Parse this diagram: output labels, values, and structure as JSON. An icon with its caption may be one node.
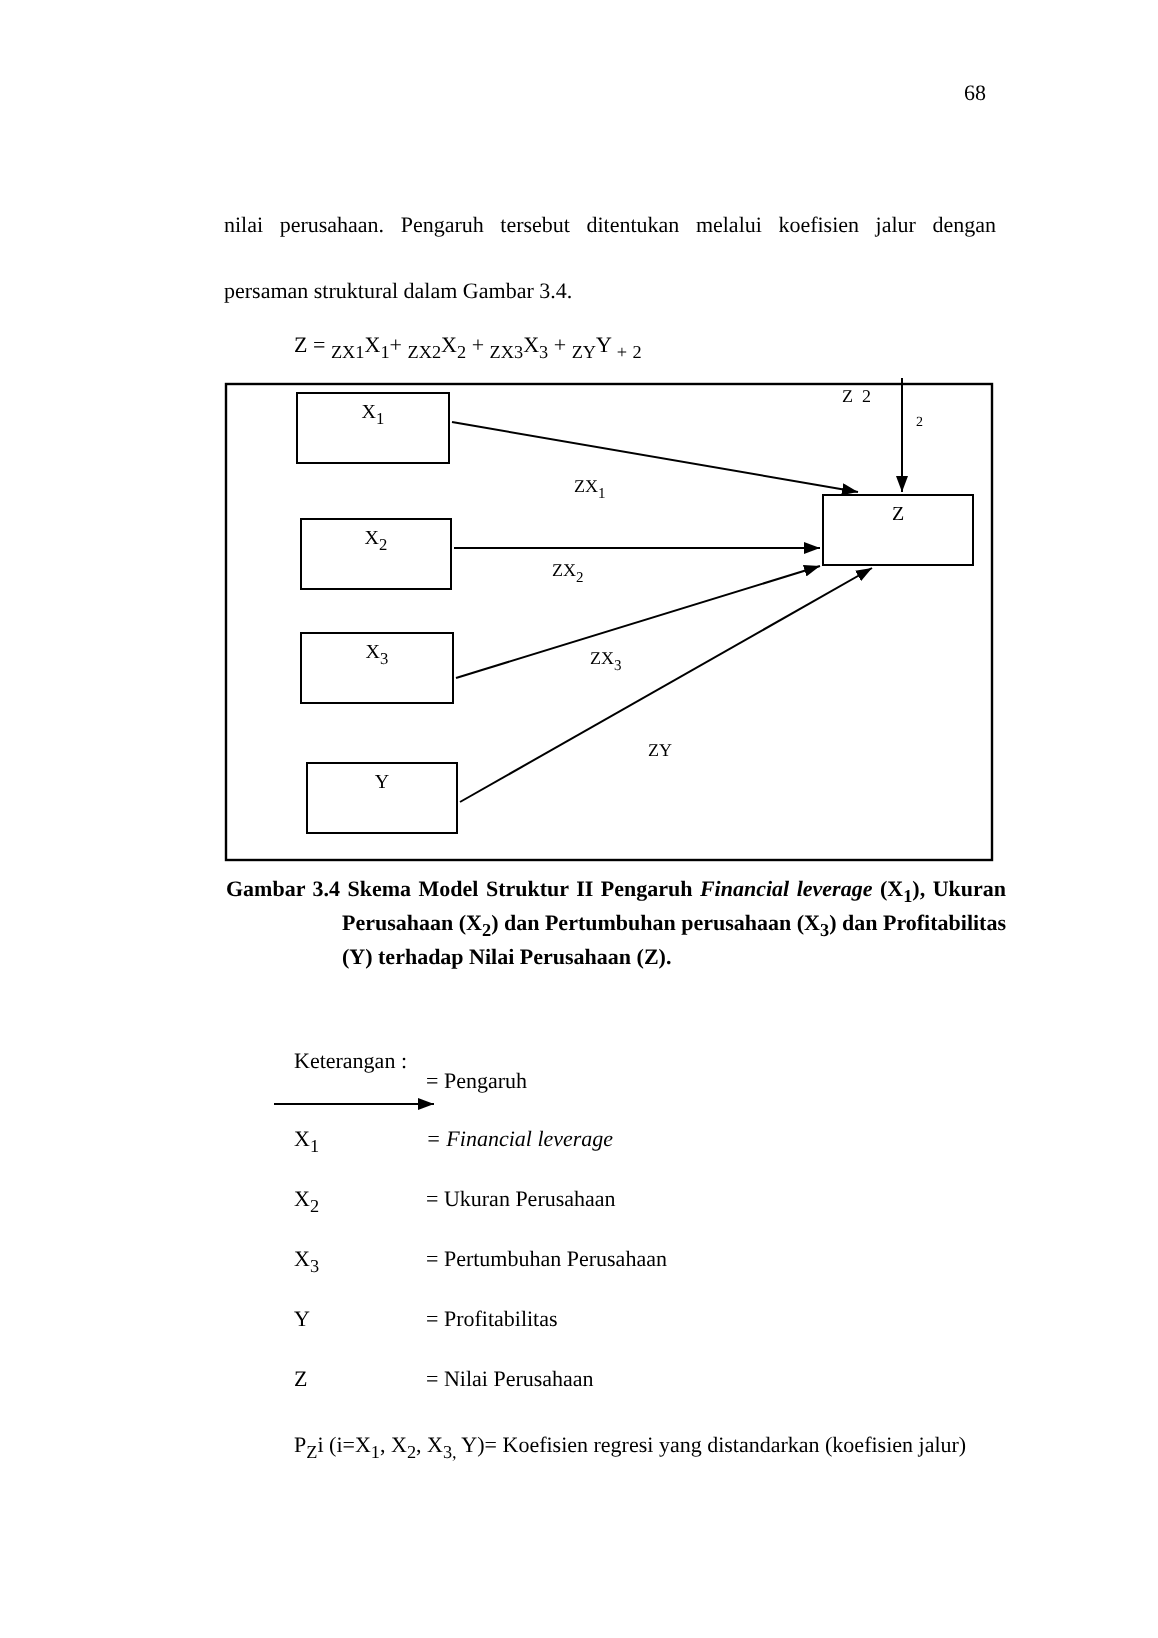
{
  "diagram": {
    "caption": "Gambar 3.4 Skema Model Struktur II Pengaruh *Financial leverage* (X$_{1}$), Ukuran Perusahaan (X$_{2}$) dan Pertumbuhan perusahaan (X$_{3}$) dan Profitabilitas (Y) terhadap Nilai Perusahaan (Z).",
    "nodes": [
      {
        "text": [
          "X$_{1}$"
        ]
      },
      {
        "text": [
          "X$_{2}$"
        ]
      },
      {
        "text": [
          "X$_{3}$"
        ]
      },
      {
        "text": [
          "Y"
        ]
      },
      {
        "text": [
          "Z"
        ]
      }
    ],
    "edges": [
      {
        "from": 0,
        "to": 4,
        "arrow": "to",
        "label": "ZX$_{1}$"
      },
      {
        "from": 1,
        "to": 4,
        "arrow": "to",
        "label": "ZX$_{2}$"
      },
      {
        "from": 2,
        "to": 4,
        "arrow": "to",
        "label": "ZX$_{3}$"
      },
      {
        "from": 3,
        "to": 4,
        "arrow": "to",
        "label": "ZY"
      },
      {
        "from": null,
        "to": 4,
        "arrow": "to",
        "label": "Z  2"
      }
    ],
    "labels": [
      "68",
      "nilai perusahaan. Pengaruh tersebut ditentukan melalui koefisien jalur dengan persaman struktural dalam Gambar 3.4.",
      "Z = $_{ZX1}$X$_{1}$+ $_{ZX2}$X$_{2}$ + $_{ZX3}$X$_{3}$ + $_{ZY}$Y $_{+}$ $_{2}$",
      "2",
      "Keterangan :",
      "X$_{1}$",
      "= Financial leverage",
      "X$_{2}$",
      "= Ukuran Perusahaan",
      "X$_{3}$",
      "= Pertumbuhan Perusahaan",
      "Y",
      "= Profitabilitas",
      "Z",
      "= Nilai Perusahaan",
      "P$_{Z}$i (i=X$_{1}$, X$_{2}$, X$_{3,}$ Y)= Koefisien regresi yang distandarkan (koefisien jalur)"
    ],
    "legend": [
      {
        "text": "= Pengaruh"
      }
    ]
  }
}
